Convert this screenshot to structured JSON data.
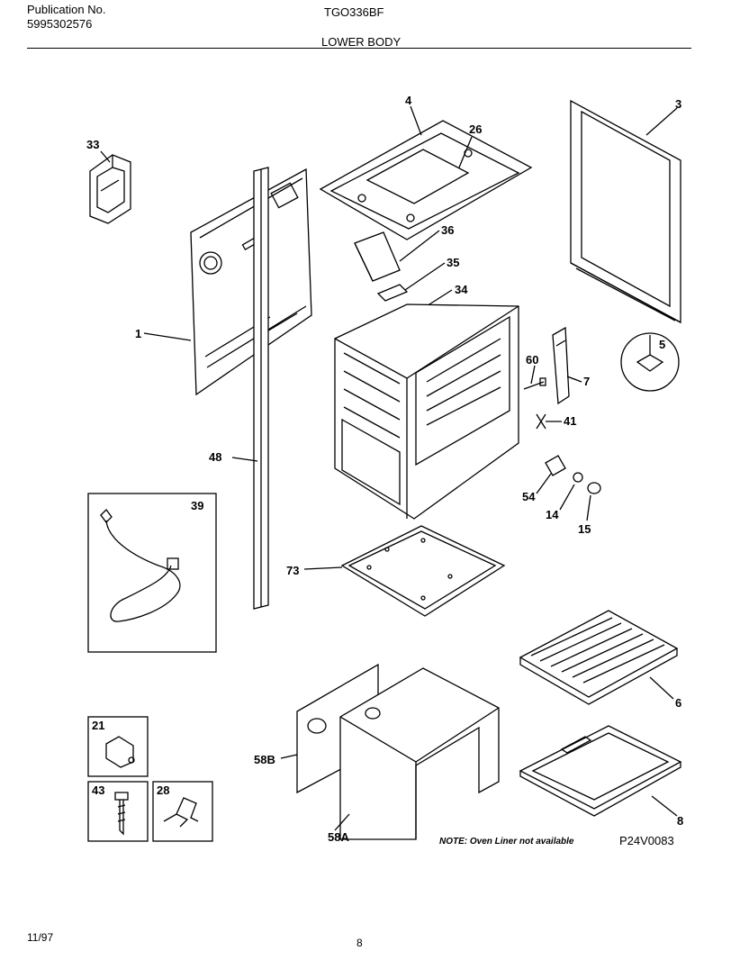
{
  "header": {
    "publication_label": "Publication No.",
    "publication_number": "5995302576",
    "model": "TGO336BF",
    "section_title": "LOWER BODY"
  },
  "callouts": {
    "c33": "33",
    "c4": "4",
    "c26": "26",
    "c3": "3",
    "c36": "36",
    "c35": "35",
    "c34": "34",
    "c1": "1",
    "c5": "5",
    "c60": "60",
    "c7": "7",
    "c41": "41",
    "c48": "48",
    "c54": "54",
    "c14": "14",
    "c15": "15",
    "c39": "39",
    "c73": "73",
    "c6": "6",
    "c21": "21",
    "c58b": "58B",
    "c8": "8",
    "c43": "43",
    "c28": "28",
    "c58a": "58A"
  },
  "note": "NOTE: Oven Liner not available",
  "diagram_code": "P24V0083",
  "footer": {
    "date": "11/97",
    "page": "8"
  }
}
